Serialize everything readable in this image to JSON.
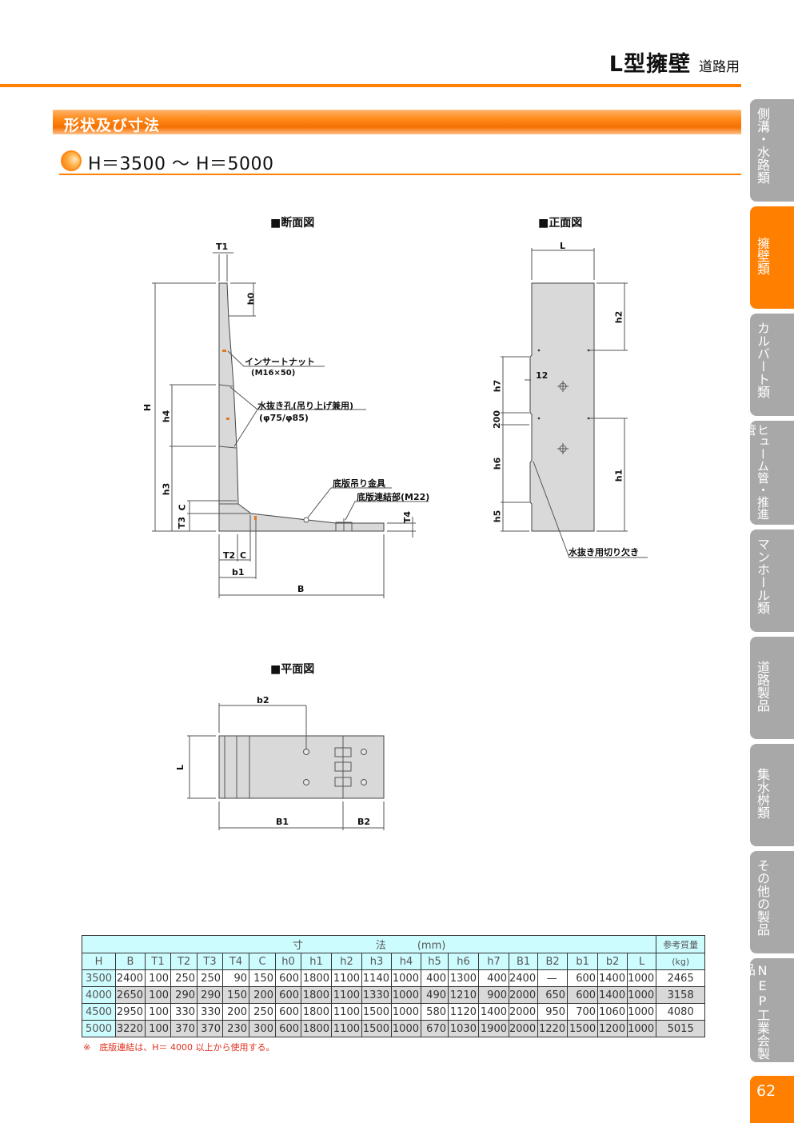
{
  "header": {
    "title": "L型擁壁",
    "subtitle": "道路用"
  },
  "section": {
    "title": "形状及び寸法"
  },
  "subheading": {
    "text": "H＝3500 ～ H＝5000"
  },
  "side_tabs": [
    {
      "label": "側溝・水路類",
      "active": false
    },
    {
      "label": "擁壁類",
      "active": true
    },
    {
      "label": "カルバート類",
      "active": false
    },
    {
      "label": "ヒューム管・推進管",
      "active": false
    },
    {
      "label": "マンホール類",
      "active": false
    },
    {
      "label": "道路製品",
      "active": false
    },
    {
      "label": "集水桝類",
      "active": false
    },
    {
      "label": "その他の製品",
      "active": false
    },
    {
      "label": "NEP工業会製品",
      "active": false
    }
  ],
  "page_number": "62",
  "drawings": {
    "section_view": {
      "title": "■断面図",
      "dims": {
        "T1": "T1",
        "H": "H",
        "h0": "h0",
        "h4": "h4",
        "h3": "h3",
        "C": "C",
        "T3": "T3",
        "T4": "T4",
        "T2": "T2",
        "C2": "C",
        "b1": "b1",
        "B": "B"
      },
      "notes": {
        "insert_nut": "インサートナット",
        "insert_nut_spec": "(M16×50)",
        "drain_hole": "水抜き孔(吊り上げ兼用)",
        "drain_hole_spec": "(φ75/φ85)",
        "lifting_fitting": "底版吊り金具",
        "base_joint": "底版連結部(M22)"
      }
    },
    "front_view": {
      "title": "■正面図",
      "dims": {
        "L": "L",
        "h2": "h2",
        "h7": "h7",
        "d12": "12",
        "d200": "200",
        "h6": "h6",
        "h5": "h5",
        "h1": "h1"
      },
      "notes": {
        "notch": "水抜き用切り欠き"
      }
    },
    "plan_view": {
      "title": "■平面図",
      "dims": {
        "b2": "b2",
        "L": "L",
        "B1": "B1",
        "B2": "B2"
      }
    }
  },
  "table": {
    "group_header": "寸　　　　　　　法　　　(mm)",
    "mass_header": "参考質量",
    "mass_unit": "(kg)",
    "columns": [
      "H",
      "B",
      "T1",
      "T2",
      "T3",
      "T4",
      "C",
      "h0",
      "h1",
      "h2",
      "h3",
      "h4",
      "h5",
      "h6",
      "h7",
      "B1",
      "B2",
      "b1",
      "b2",
      "L"
    ],
    "rows": [
      {
        "H": "3500",
        "B": "2400",
        "T1": "100",
        "T2": "250",
        "T3": "250",
        "T4": "90",
        "C": "150",
        "h0": "600",
        "h1": "1800",
        "h2": "1100",
        "h3": "1140",
        "h4": "1000",
        "h5": "400",
        "h6": "1300",
        "h7": "400",
        "B1": "2400",
        "B2": "—",
        "b1": "600",
        "b2": "1400",
        "L": "1000",
        "mass": "2465"
      },
      {
        "H": "4000",
        "B": "2650",
        "T1": "100",
        "T2": "290",
        "T3": "290",
        "T4": "150",
        "C": "200",
        "h0": "600",
        "h1": "1800",
        "h2": "1100",
        "h3": "1330",
        "h4": "1000",
        "h5": "490",
        "h6": "1210",
        "h7": "900",
        "B1": "2000",
        "B2": "650",
        "b1": "600",
        "b2": "1400",
        "L": "1000",
        "mass": "3158"
      },
      {
        "H": "4500",
        "B": "2950",
        "T1": "100",
        "T2": "330",
        "T3": "330",
        "T4": "200",
        "C": "250",
        "h0": "600",
        "h1": "1800",
        "h2": "1100",
        "h3": "1500",
        "h4": "1000",
        "h5": "580",
        "h6": "1120",
        "h7": "1400",
        "B1": "2000",
        "B2": "950",
        "b1": "700",
        "b2": "1060",
        "L": "1000",
        "mass": "4080"
      },
      {
        "H": "5000",
        "B": "3220",
        "T1": "100",
        "T2": "370",
        "T3": "370",
        "T4": "230",
        "C": "300",
        "h0": "600",
        "h1": "1800",
        "h2": "1100",
        "h3": "1500",
        "h4": "1000",
        "h5": "670",
        "h6": "1030",
        "h7": "1900",
        "B1": "2000",
        "B2": "1220",
        "b1": "1500",
        "b2": "1200",
        "L": "1000",
        "mass": "5015"
      }
    ],
    "footnote": "※　底版連結は、H＝ 4000 以上から使用する。"
  },
  "colors": {
    "accent": "#ff7f00",
    "tab_inactive": "#a8a8a8",
    "table_header_bg": "#cdfcff",
    "table_alt_row": "#d9d9d9",
    "concrete": "#d9d9d9",
    "footnote": "#e0301e"
  }
}
